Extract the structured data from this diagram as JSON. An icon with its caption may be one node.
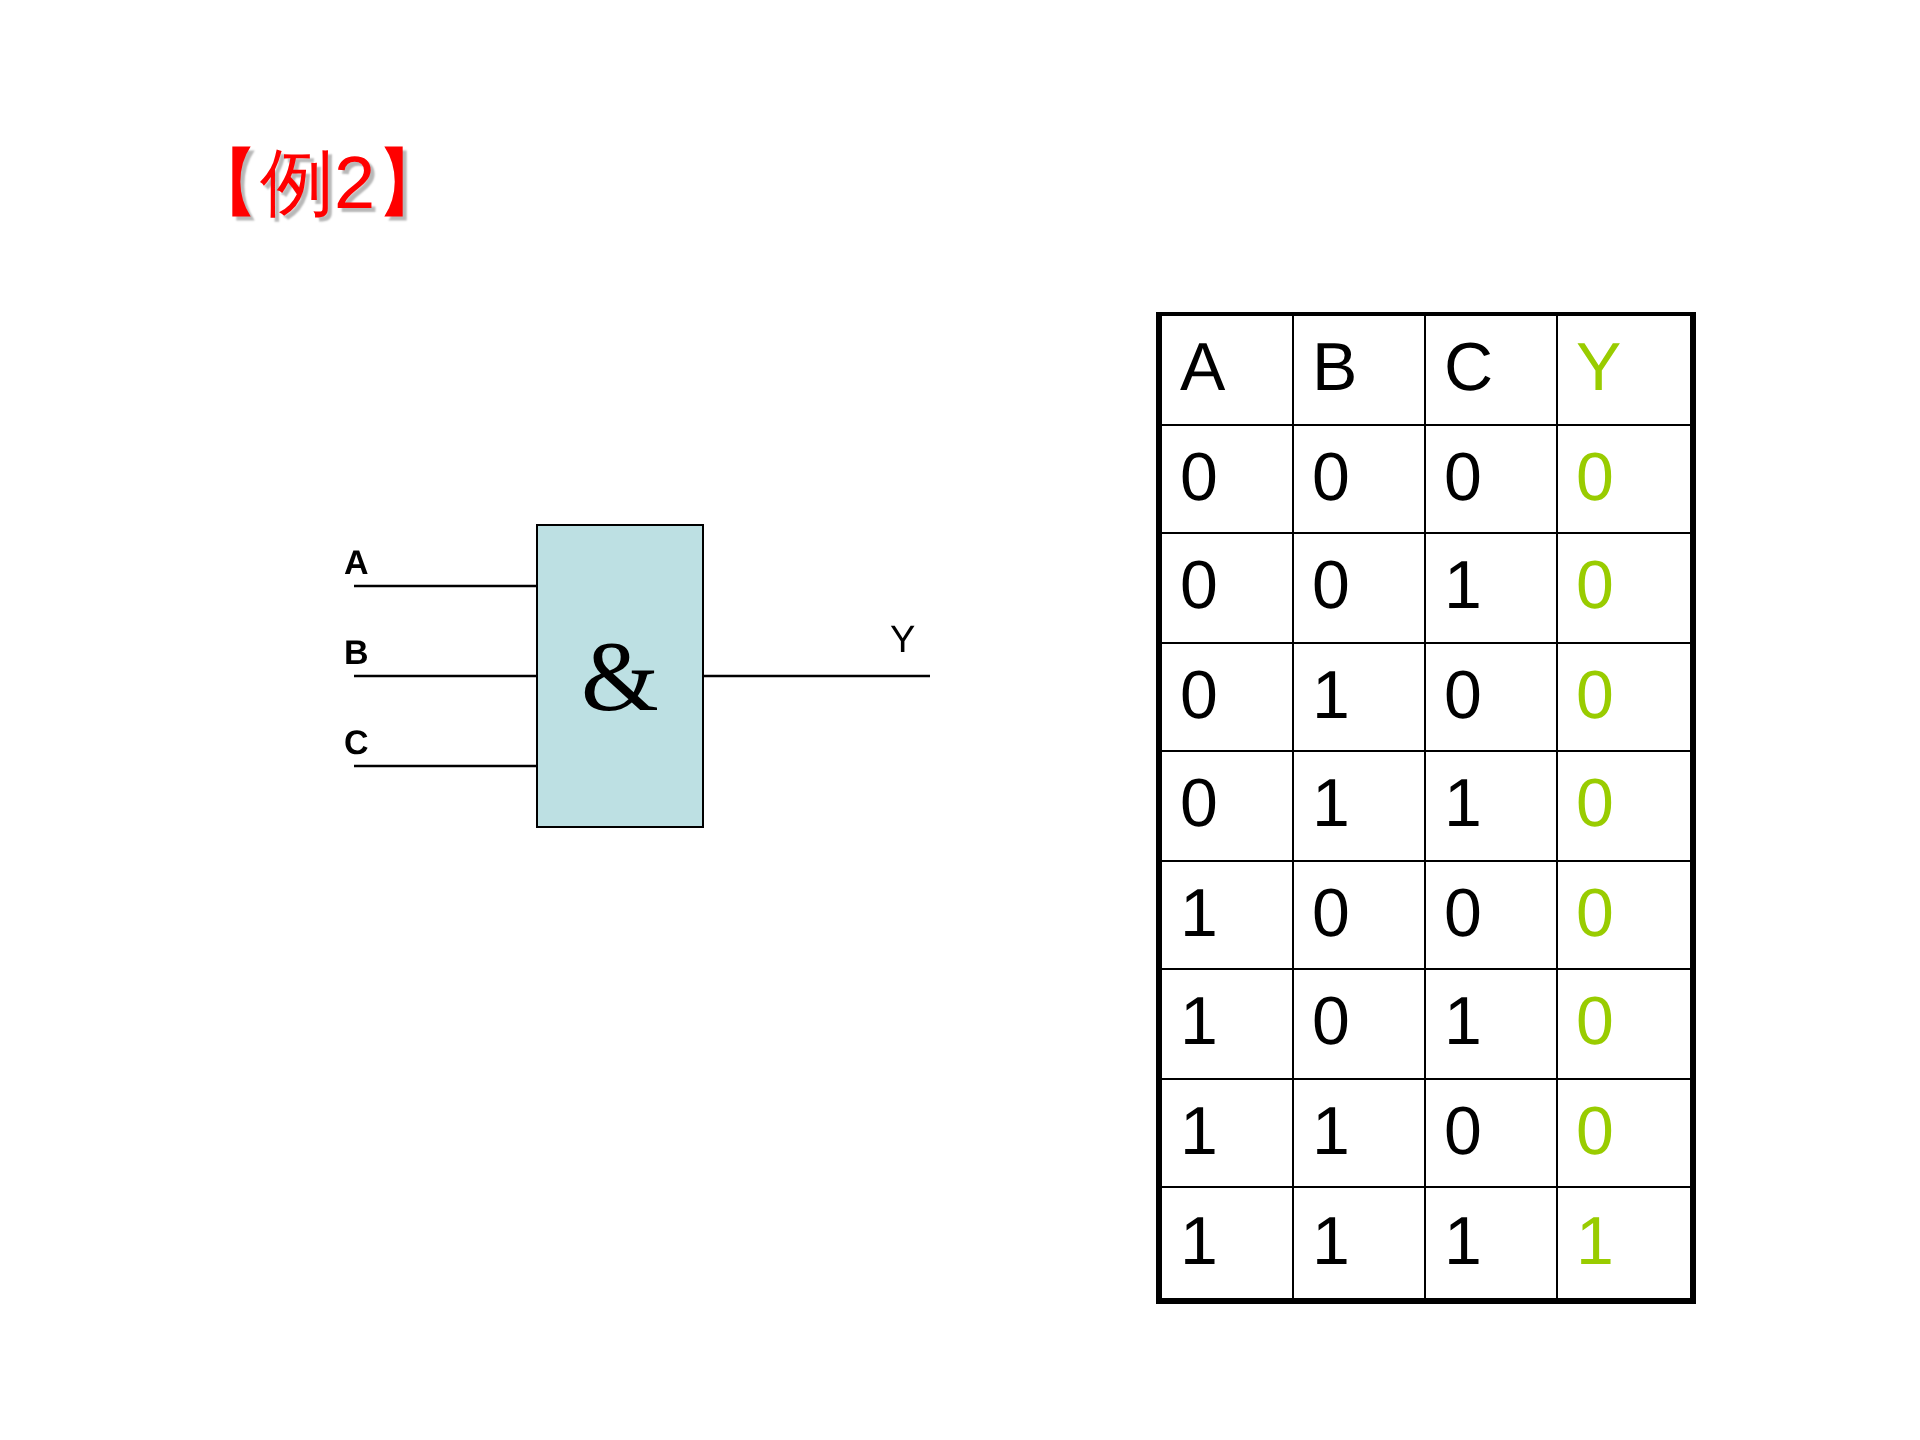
{
  "diagram": {
    "title": "【例2】",
    "nodes": [
      {
        "text": [
          "A"
        ]
      },
      {
        "text": [
          "B"
        ]
      },
      {
        "text": [
          "C"
        ]
      },
      {
        "text": [
          "&"
        ]
      },
      {
        "text": [
          "Y"
        ]
      }
    ],
    "edges": [
      {
        "from": 0,
        "to": 3,
        "arrow": "none"
      },
      {
        "from": 1,
        "to": 3,
        "arrow": "none"
      },
      {
        "from": 2,
        "to": 3,
        "arrow": "none"
      },
      {
        "from": 3,
        "to": 4,
        "arrow": "none"
      }
    ],
    "labels": [
      "A",
      "B",
      "C",
      "Y",
      "0",
      "0",
      "0",
      "0",
      "0",
      "0",
      "1",
      "0",
      "0",
      "1",
      "0",
      "0",
      "0",
      "1",
      "1",
      "0",
      "1",
      "0",
      "0",
      "0",
      "1",
      "0",
      "1",
      "0",
      "1",
      "1",
      "0",
      "0",
      "1",
      "1",
      "1",
      "1"
    ]
  }
}
